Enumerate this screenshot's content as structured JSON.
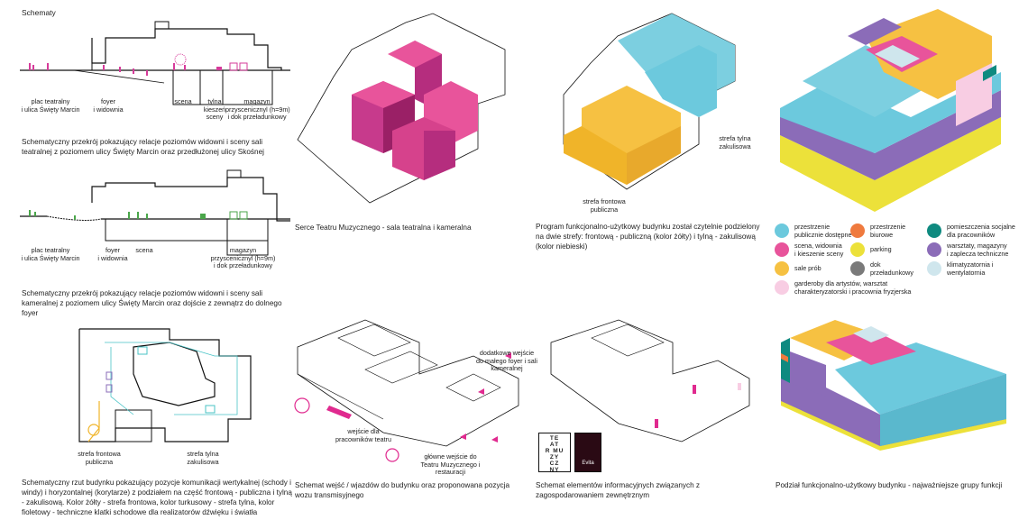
{
  "header": {
    "title": "Schematy"
  },
  "section1": {
    "labels": {
      "plac": "plac teatralny\ni ulica Święty Marcin",
      "foyer": "foyer\ni widownia",
      "scena": "scena",
      "tylna": "tylna\nkieszeń\nsceny",
      "magazyn": "magazyn\nprzyscenicznyl (h=9m)\ni dok przeładunkowy"
    },
    "caption": "Schematyczny przekrój pokazujący relacje poziomów widowni i sceny sali teatralnej z poziomem ulicy Święty Marcin oraz przedłużonej ulicy Skośnej"
  },
  "section2": {
    "labels": {
      "plac": "plac teatralny\ni ulica Święty Marcin",
      "foyer": "foyer\ni widownia",
      "scena": "scena",
      "magazyn": "magazyn\nprzyscenicznyl (h=9m)\ni dok przeładunkowy"
    },
    "caption": "Schematyczny przekrój pokazujący relacje poziomów widowni i sceny sali kameralnej z poziomem ulicy Święty Marcin oraz dojście z zewnątrz do dolnego foyer"
  },
  "section3": {
    "labels": {
      "frontowa": "strefa frontowa\npubliczna",
      "tylna": "strefa tylna\nzakulisowa"
    },
    "caption": "Schematyczny rzut budynku pokazujący pozycje komunikacji wertykalnej (schody i windy) i horyzontalnej (korytarze) z podziałem na część frontową - publiczna i tylną - zakulisową. Kolor żółty - strefa frontowa, kolor turkusowy - strefa tylna, kolor fioletowy - techniczne klatki schodowe dla realizatorów dźwięku i światła"
  },
  "iso1": {
    "caption": "Serce Teatru Muzycznego - sala teatralna i kameralna"
  },
  "iso2": {
    "labels": {
      "tylna": "strefa tylna\nzakulisowa",
      "frontowa": "strefa frontowa\npubliczna"
    },
    "caption": "Program funkcjonalno-użytkowy budynku został czytelnie podzielony na dwie strefy: frontową - publiczną (kolor żółty) i tylną - zakulisową (kolor niebieski)"
  },
  "legend": {
    "items": [
      {
        "label": "przestrzenie\npublicznie dostępne",
        "color": "#6cc9dd"
      },
      {
        "label": "przestrzenie\nbiurowe",
        "color": "#ef7a3e"
      },
      {
        "label": "pomieszczenia socjalne\ndla pracowników",
        "color": "#0f8a80"
      },
      {
        "label": "scena, widownia\ni kieszenie sceny",
        "color": "#e8549b"
      },
      {
        "label": "parking",
        "color": "#ece13a"
      },
      {
        "label": "warsztaty, magazyny\ni zaplecza techniczne",
        "color": "#8b6cb8"
      },
      {
        "label": "sale prób",
        "color": "#f6c142"
      },
      {
        "label": "dok\nprzeładunkowy",
        "color": "#7a7a7a"
      },
      {
        "label": "klimatyzatornia i\nwentylatornia",
        "color": "#cfe6ed"
      },
      {
        "label": "garderoby dla artystów, warsztat\ncharakteryzatorski i pracownia fryzjerska",
        "color": "#f8cde3"
      }
    ]
  },
  "entrances": {
    "labels": {
      "dodatkowe": "dodatkowe wejście\ndo małego foyer i sali\nkameralnej",
      "pracownicy": "wejście dla\npracowników teatru",
      "glowne": "główne wejście do\nTeatru Muzycznego i\nrestauracji"
    },
    "caption": "Schemat wejść / wjazdów do budynku oraz proponowana pozycja wozu transmisyjnego"
  },
  "info": {
    "logo_text": "TE\nAT\nR MU\nZY\nCZ\nNY",
    "logo2_text": "Evita",
    "caption": "Schemat elementów informacyjnych związanych z zagospodarowaniem zewnętrznym"
  },
  "division": {
    "caption": "Podział funkcjonalno-użytkowy budynku - najważniejsze grupy funkcji"
  }
}
